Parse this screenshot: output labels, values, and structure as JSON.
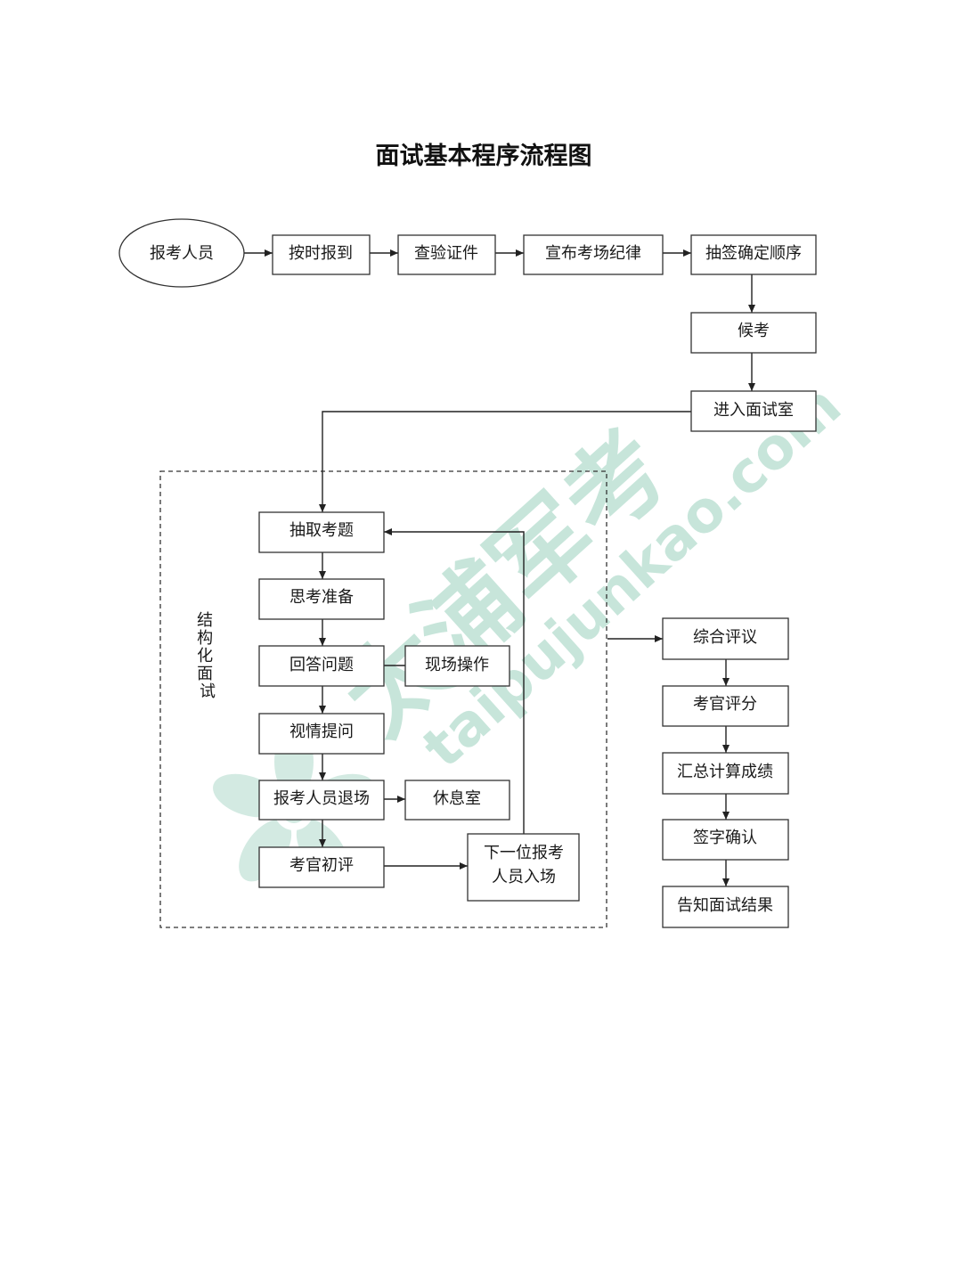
{
  "title": "面试基本程序流程图",
  "nodes": {
    "start": "报考人员",
    "checkin": "按时报到",
    "verify_id": "查验证件",
    "rules": "宣布考场纪律",
    "draw_lots": "抽签确定顺序",
    "wait": "候考",
    "enter_room": "进入面试室",
    "draw_question": "抽取考题",
    "prepare": "思考准备",
    "answer": "回答问题",
    "operation": "现场操作",
    "followup": "视情提问",
    "exit": "报考人员退场",
    "rest_room": "休息室",
    "initial_eval": "考官初评",
    "next_line1": "下一位报考",
    "next_line2": "人员入场",
    "discussion": "综合评议",
    "scoring": "考官评分",
    "summary": "汇总计算成绩",
    "sign": "签字确认",
    "notify": "告知面试结果"
  },
  "group_label": "结构化面试",
  "watermark": {
    "cn": "太浦军考",
    "url": "taipujunkao.com",
    "color": "#3aa57e"
  }
}
